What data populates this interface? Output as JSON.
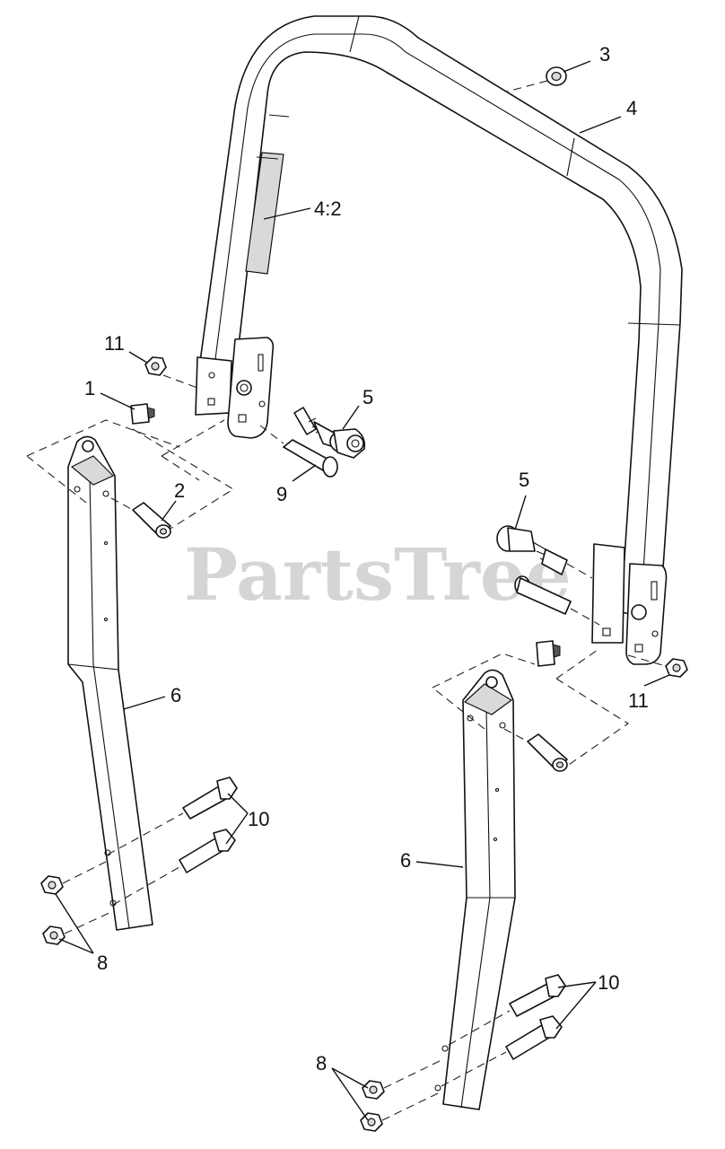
{
  "watermark": "PartsTree",
  "callouts": {
    "c1": "1",
    "c2": "2",
    "c3": "3",
    "c4": "4",
    "c4_2": "4:2",
    "c5_left": "5",
    "c5_right": "5",
    "c6_left": "6",
    "c6_right": "6",
    "c8_left": "8",
    "c8_right": "8",
    "c9": "9",
    "c10_left": "10",
    "c10_right": "10",
    "c11_left": "11",
    "c11_right": "11"
  }
}
